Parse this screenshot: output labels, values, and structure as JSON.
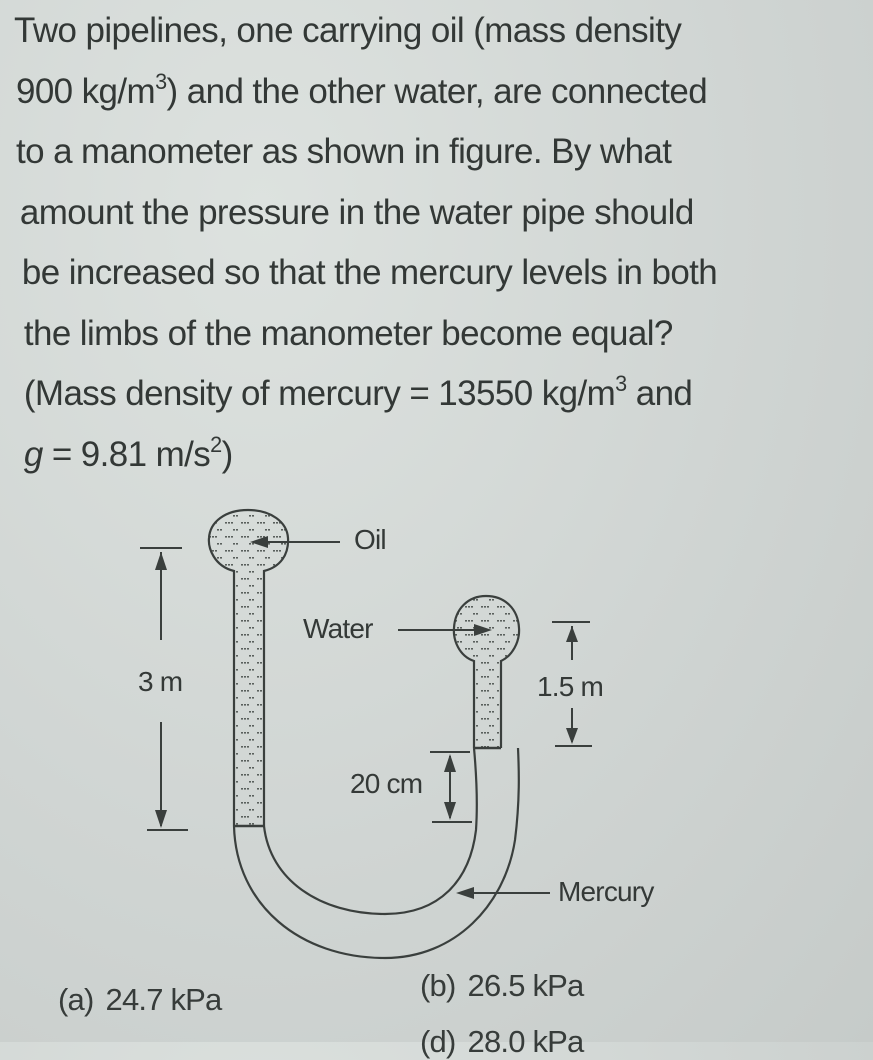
{
  "question": {
    "lines": [
      {
        "text": "Two pipelines, one carrying oil (mass density"
      },
      {
        "pre": "900 kg/m",
        "sup": "3",
        "post": ") and the other water, are connected"
      },
      {
        "text": "to a manometer as shown in figure. By what"
      },
      {
        "text": "amount the pressure in the water pipe should"
      },
      {
        "text": "be increased so that the mercury levels in both"
      },
      {
        "text": "the limbs of the manometer become equal?"
      },
      {
        "pre": "(Mass density of mercury = 13550 kg/m",
        "sup": "3",
        "post": " and"
      },
      {
        "g": "g",
        "pre": " = 9.81 m/s",
        "sup": "2",
        "post": ")"
      }
    ]
  },
  "figure": {
    "labels": {
      "oil": "Oil",
      "water": "Water",
      "mercury": "Mercury",
      "left_height": "3 m",
      "right_height": "1.5 m",
      "mercury_diff": "20 cm"
    },
    "colors": {
      "line": "#3a3f3d",
      "fluid_dots": "#555b58"
    }
  },
  "options": [
    {
      "key": "(a)",
      "value": "24.7 kPa"
    },
    {
      "key": "(b)",
      "value": "26.5 kPa"
    },
    {
      "key": "(d)",
      "value": "28.0 kPa"
    }
  ]
}
